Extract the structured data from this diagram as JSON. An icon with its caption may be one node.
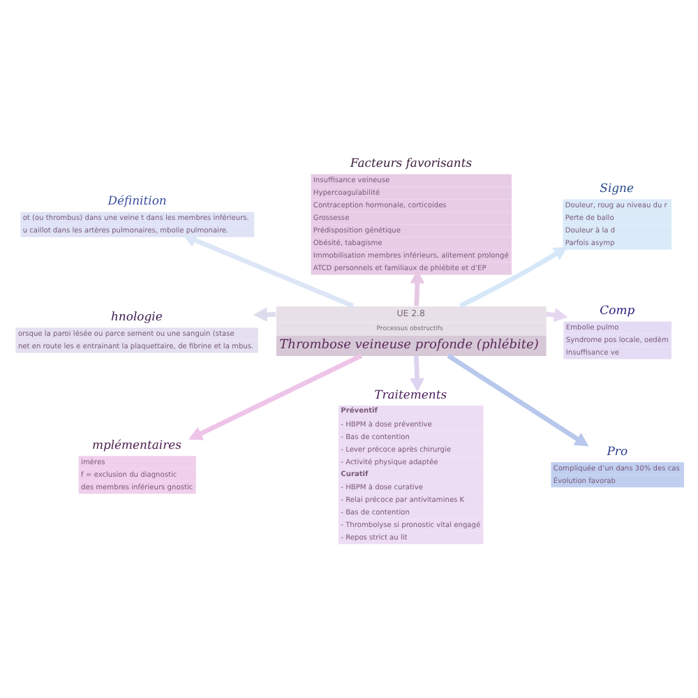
{
  "diagram": {
    "nodes": [
      {
        "text": [
          "Définition",
          "ot (ou thrombus) dans une veine t dans les membres inférieurs.",
          "u caillot dans les artères pulmonaires, mbolie pulmonaire."
        ]
      },
      {
        "text": [
          "Facteurs favorisants",
          "Insuffisance veineuse",
          "Hypercoagulabilité",
          "Contraception hormonale, corticoides",
          "Grossesse",
          "Prédisposition génétique",
          "Obésité, tabagisme",
          "Immobilisation membres inférieurs, alitement prolongé",
          "ATCD personnels et familiaux de phlébite et d’EP"
        ]
      },
      {
        "text": [
          "Signe",
          "Douleur, roug au niveau du r",
          "Perte de ballo",
          "Douleur à la d",
          "Parfois asymp"
        ]
      },
      {
        "text": [
          "hnologie",
          "orsque la paroi lésée ou parce sement ou une sanguin (stase",
          "net en route les e entrainant la plaquettaire, de fibrine et la mbus."
        ]
      },
      {
        "text": [
          "UE 2.8",
          "Processus obstructifs",
          "Thrombose veineuse profonde (phlébite)"
        ]
      },
      {
        "text": [
          "Comp",
          "Embolie pulmo",
          "Syndrome pos locale, oedèm",
          "Insuffisance ve"
        ]
      },
      {
        "text": [
          "mplémentaires",
          "imères",
          "f = exclusion du diagnostic",
          "des membres inférieurs gnostic"
        ]
      },
      {
        "text": [
          "Traitements",
          "Préventif",
          "- HBPM à dose préventive",
          "- Bas de contention",
          "- Lever précoce après chirurgie",
          "- Activité physique adaptée",
          "Curatif",
          "- HBPM à dose curative",
          "- Relai précoce par antivitamines K",
          "- Bas de contention",
          "- Thrombolyse si pronostic vital engagé",
          "- Repos strict au lit"
        ]
      },
      {
        "text": [
          "Pro",
          "Compliquée d’un dans 30% des cas",
          "Évolution favorab"
        ]
      }
    ],
    "edges": [
      {
        "from": 4,
        "to": 0,
        "arrow": "to",
        "color": "#dce6f6"
      },
      {
        "from": 4,
        "to": 1,
        "arrow": "to",
        "color": "#e6c8e4"
      },
      {
        "from": 4,
        "to": 2,
        "arrow": "to",
        "color": "#d6e8f8"
      },
      {
        "from": 4,
        "to": 3,
        "arrow": "to",
        "color": "#dcdcee"
      },
      {
        "from": 4,
        "to": 5,
        "arrow": "to",
        "color": "#e6d8f0"
      },
      {
        "from": 4,
        "to": 6,
        "arrow": "to",
        "color": "#eec4e8"
      },
      {
        "from": 4,
        "to": 7,
        "arrow": "to",
        "color": "#ddd4f0"
      },
      {
        "from": 4,
        "to": 8,
        "arrow": "to",
        "color": "#b8c8ec"
      }
    ]
  }
}
